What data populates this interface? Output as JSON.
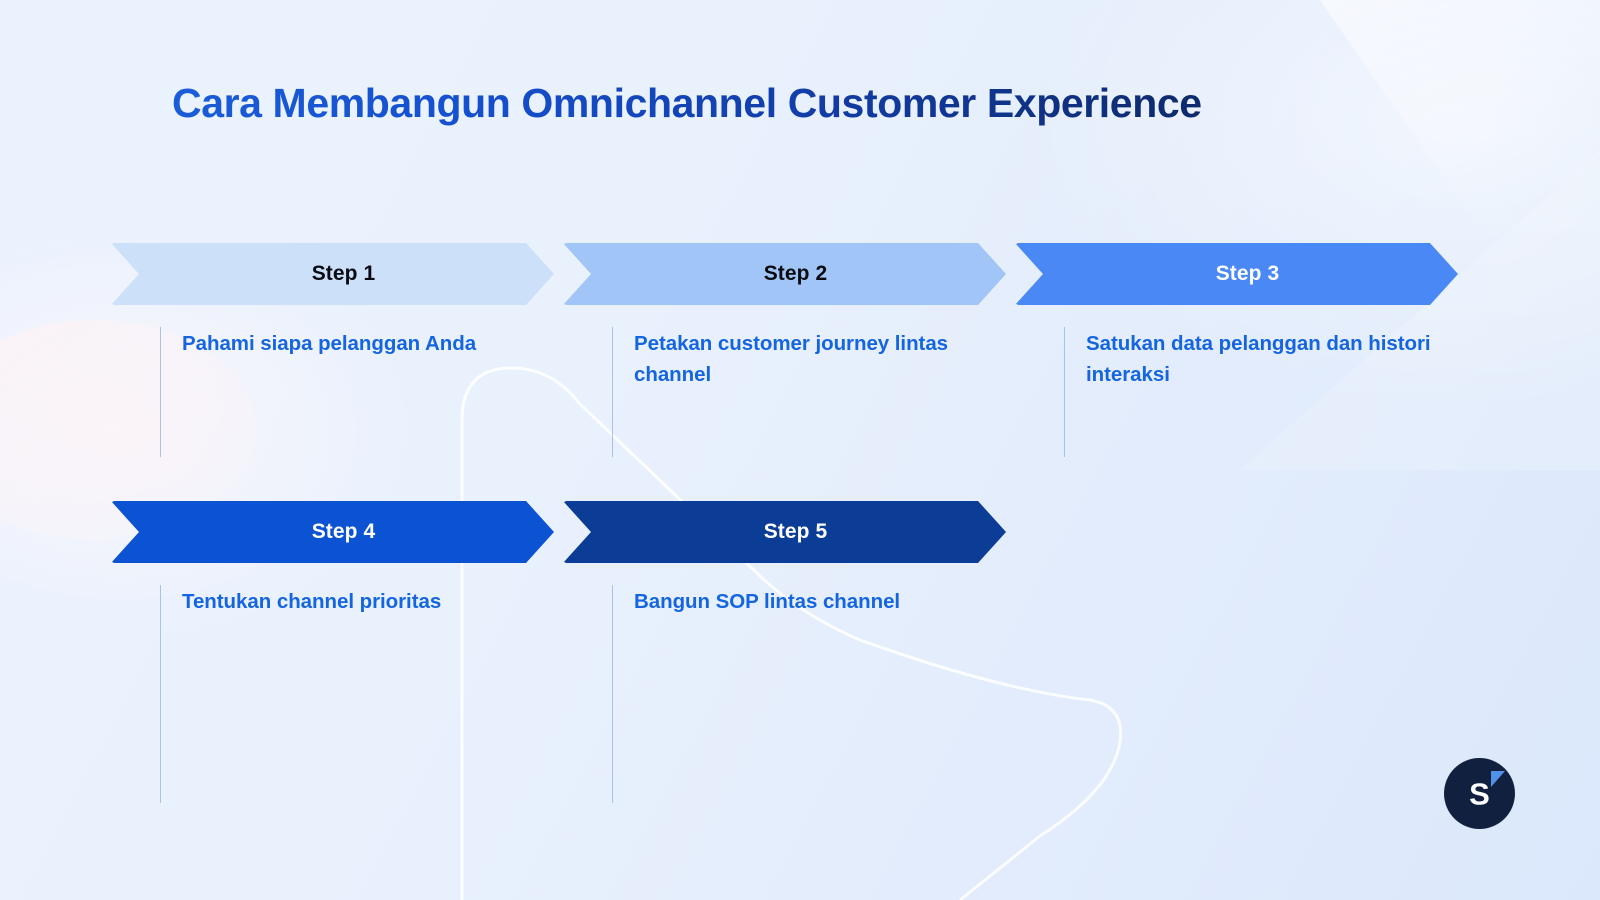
{
  "page": {
    "title": "Cara Membangun Omnichannel Customer Experience",
    "background_color": "#eaf1fd"
  },
  "colors": {
    "title_gradient_start": "#1a5cd8",
    "title_gradient_end": "#0d2a6b",
    "description_text": "#1565e0",
    "divider_line": "#a9c2e6",
    "logo_circle": "#12203f",
    "logo_triangle": "#4e93e8"
  },
  "steps": [
    {
      "label": "Step 1",
      "description": "Pahami siapa pelanggan Anda",
      "banner_color": "#cde0fa",
      "label_color": "#080b12"
    },
    {
      "label": "Step 2",
      "description": "Petakan customer journey lintas channel",
      "banner_color": "#a2c5f7",
      "label_color": "#080b12"
    },
    {
      "label": "Step 3",
      "description": "Satukan data pelanggan dan histori interaksi",
      "banner_color": "#4a88f5",
      "label_color": "#ffffff"
    },
    {
      "label": "Step 4",
      "description": "Tentukan channel prioritas",
      "banner_color": "#0b53d2",
      "label_color": "#ffffff"
    },
    {
      "label": "Step 5",
      "description": "Bangun SOP lintas channel",
      "banner_color": "#0b3c96",
      "label_color": "#ffffff"
    }
  ],
  "logo": {
    "letter": "S",
    "shape": "circle-badge-with-triangle"
  }
}
